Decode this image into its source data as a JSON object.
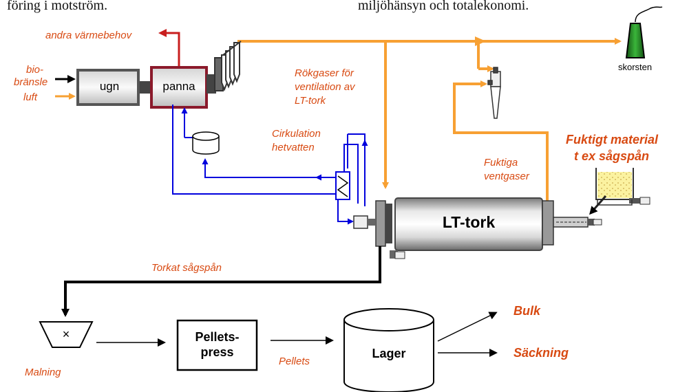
{
  "header": {
    "left_caption": "föring i motström.",
    "right_caption": "miljöhänsyn och totalekonomi."
  },
  "labels": {
    "andra_varmebehov": "andra värmebehov",
    "bio": "bio-",
    "bransle": "bränsle",
    "luft": "luft",
    "ugn": "ugn",
    "panna": "panna",
    "rokgaser_1": "Rökgaser för",
    "rokgaser_2": "ventilation av",
    "rokgaser_3": "LT-tork",
    "skorsten": "skorsten",
    "cirkulation_1": "Cirkulation",
    "cirkulation_2": "hetvatten",
    "fuktigt_material_1": "Fuktigt material",
    "fuktigt_material_2": "t ex sågspån",
    "fuktiga_1": "Fuktiga",
    "fuktiga_2": "ventgaser",
    "lt_tork": "LT-tork",
    "torkat": "Torkat sågspån",
    "malning": "Malning",
    "pellets_press_1": "Pellets-",
    "pellets_press_2": "press",
    "pellets": "Pellets",
    "lager": "Lager",
    "bulk": "Bulk",
    "sackning": "Säckning",
    "mill_mark": "×"
  },
  "colors": {
    "flue_gas": "#f7a033",
    "hot_water": "#0000dd",
    "material": "#000000",
    "panna_border": "#8b1a2b",
    "stack": "#2e8b2e",
    "label_orange": "#d84a12"
  }
}
